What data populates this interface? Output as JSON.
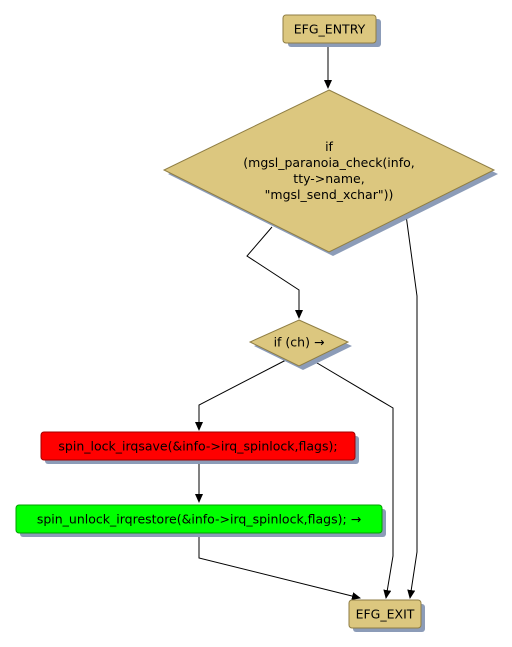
{
  "colors": {
    "node_fill": "#dcc77f",
    "node_stroke": "#8f7e44",
    "shadow": "#8c9cb8",
    "lock_fill": "#ff0000",
    "unlock_fill": "#00ff00",
    "edge": "#000000"
  },
  "nodes": {
    "entry": {
      "label": "EFG_ENTRY"
    },
    "paranoia_check": {
      "lines": [
        "if",
        "(mgsl_paranoia_check(info,",
        "tty->name,",
        "\"mgsl_send_xchar\"))"
      ]
    },
    "if_ch": {
      "label": "if (ch) →"
    },
    "lock": {
      "label": "spin_lock_irqsave(&info->irq_spinlock,flags);"
    },
    "unlock": {
      "label": "spin_unlock_irqrestore(&info->irq_spinlock,flags); →"
    },
    "exit": {
      "label": "EFG_EXIT"
    }
  }
}
